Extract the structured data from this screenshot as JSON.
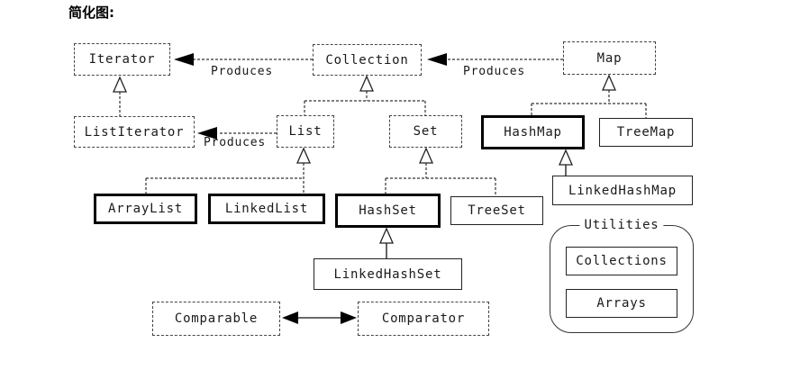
{
  "title": "简化图:",
  "produces_label": "Produces",
  "nodes": {
    "iterator": "Iterator",
    "collection": "Collection",
    "map": "Map",
    "list_iterator": "ListIterator",
    "list": "List",
    "set": "Set",
    "hash_map": "HashMap",
    "tree_map": "TreeMap",
    "array_list": "ArrayList",
    "linked_list": "LinkedList",
    "hash_set": "HashSet",
    "tree_set": "TreeSet",
    "linked_hash_map": "LinkedHashMap",
    "linked_hash_set": "LinkedHashSet",
    "comparable": "Comparable",
    "comparator": "Comparator"
  },
  "utilities": {
    "label": "Utilities",
    "items": [
      "Collections",
      "Arrays"
    ]
  },
  "colors": {
    "background": "#ffffff",
    "dashed_border": "#444444",
    "solid_border": "#000000",
    "line": "#333333",
    "text": "#1a1a1a"
  }
}
